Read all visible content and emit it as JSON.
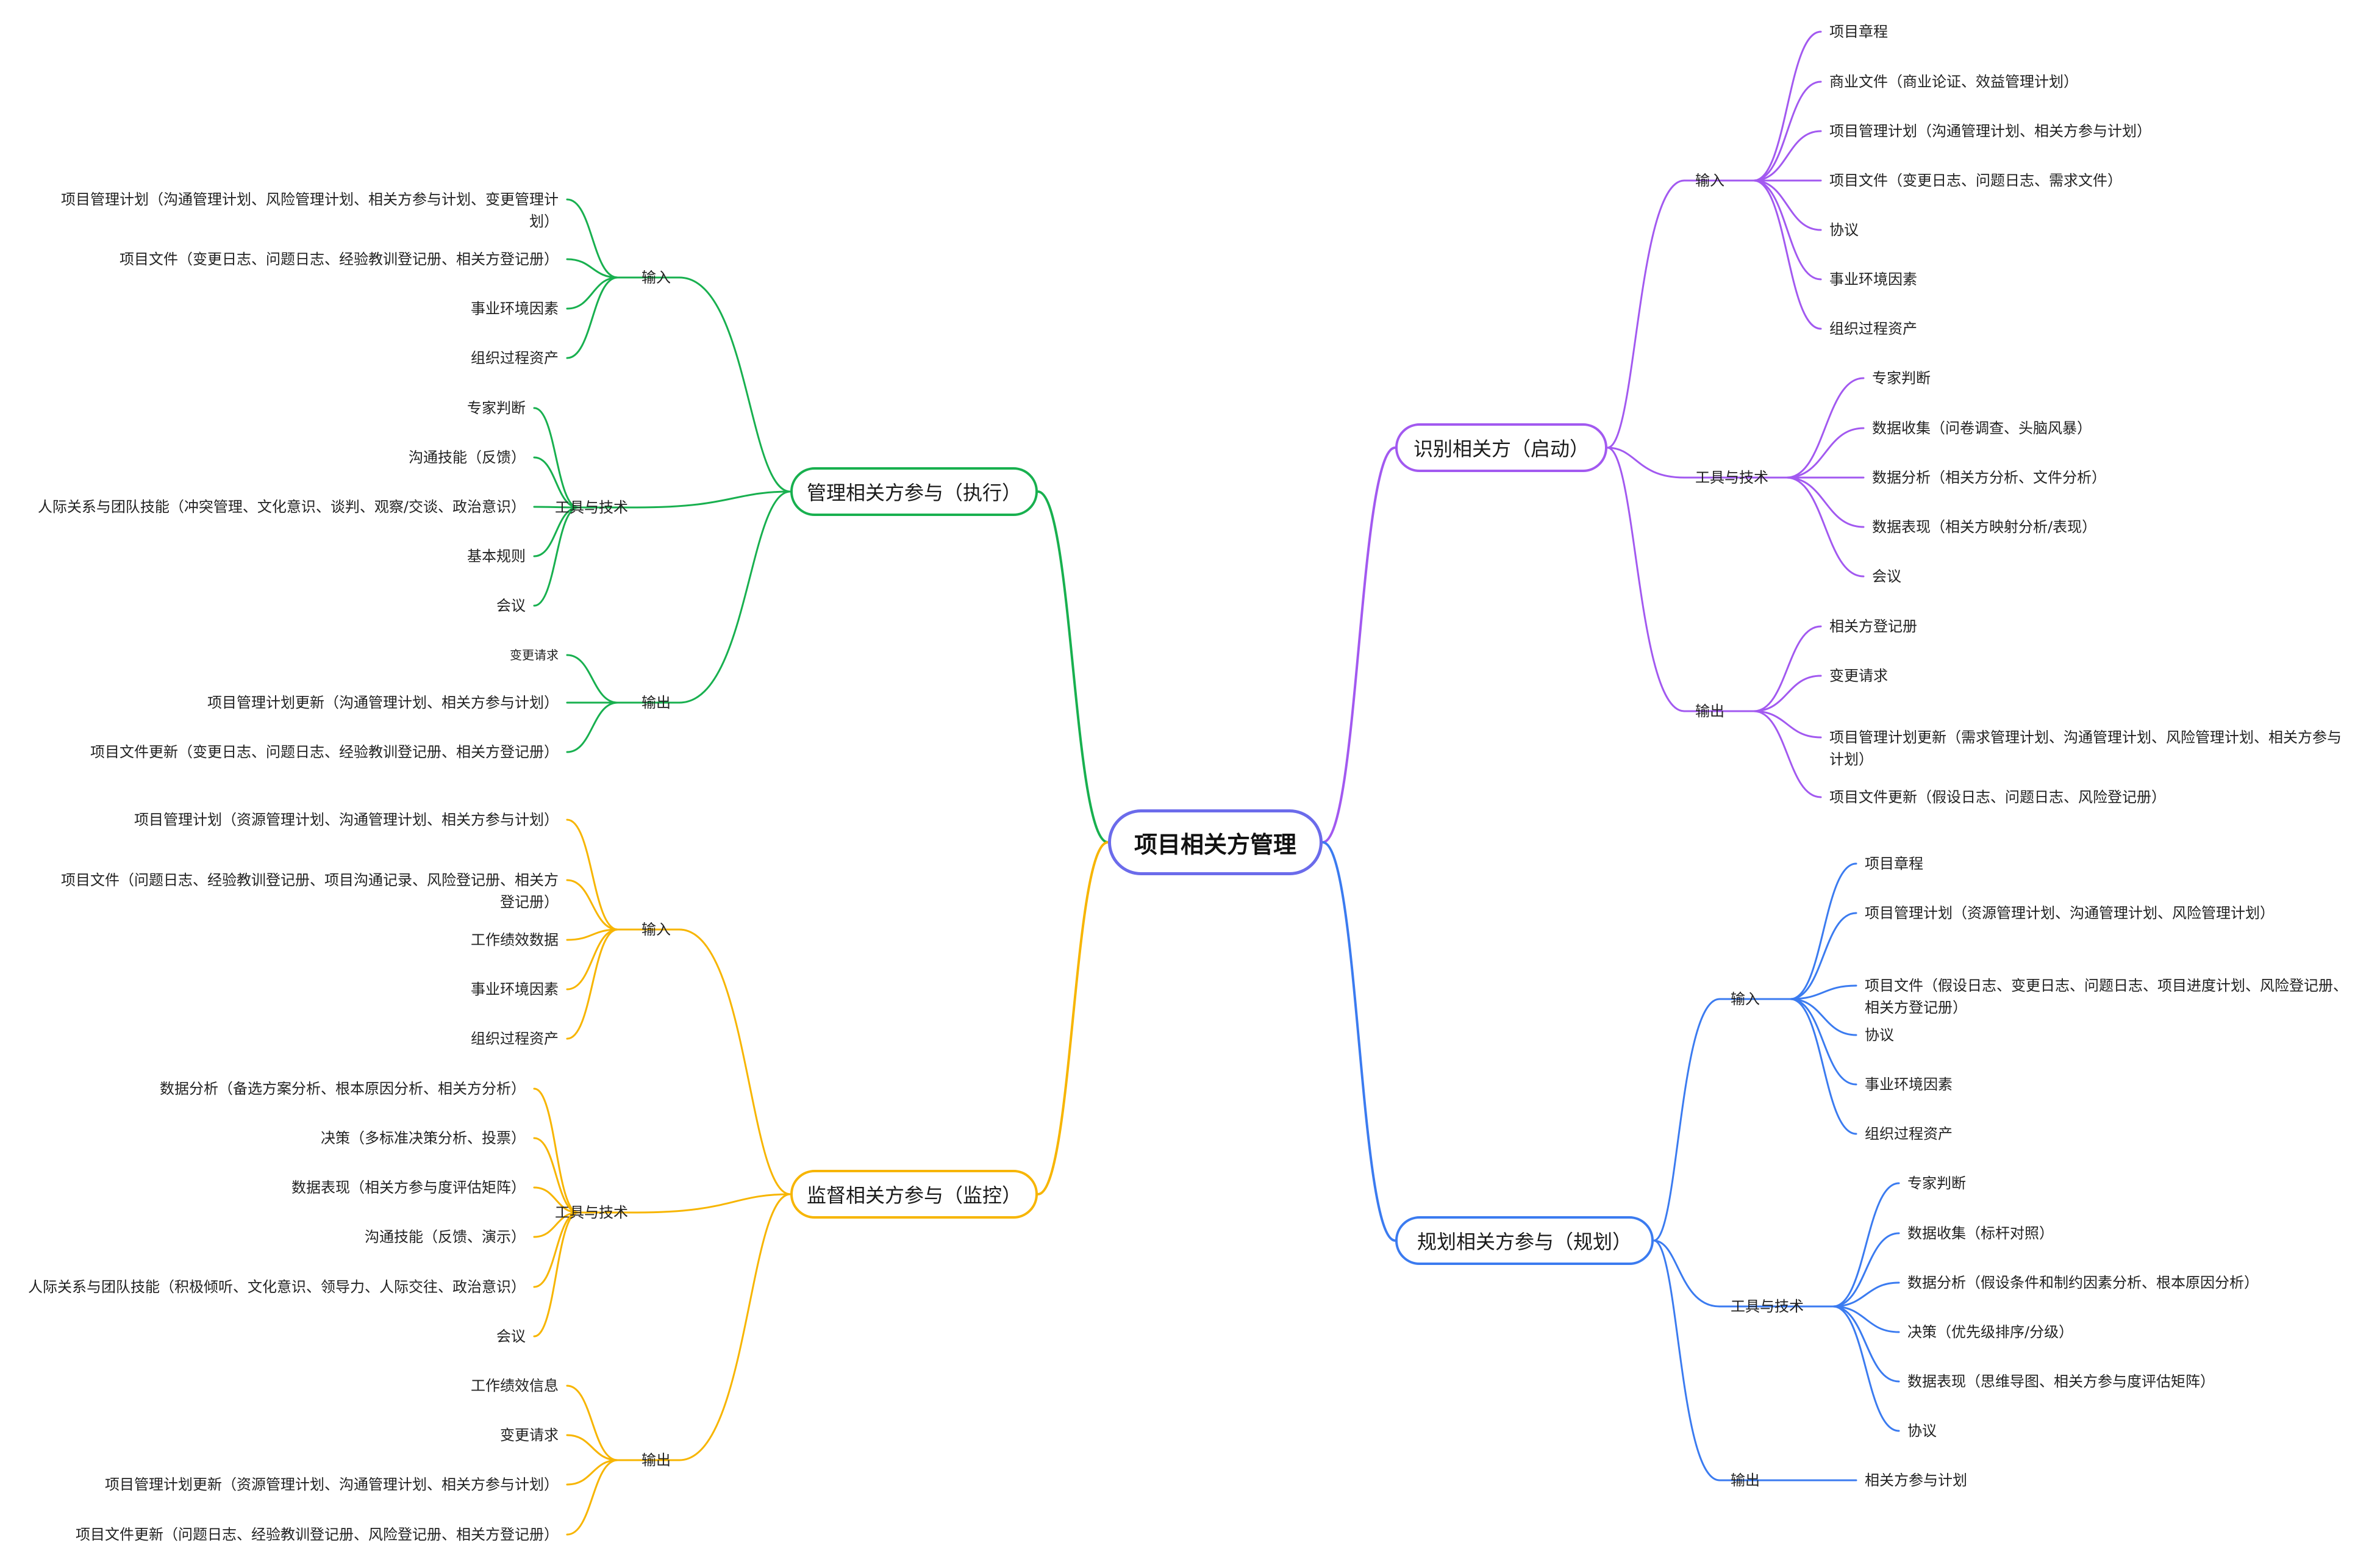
{
  "root": {
    "label": "项目相关方管理"
  },
  "colors": {
    "root_border": "#6B6BEB",
    "identify": "#A259F0",
    "plan": "#3B7BF0",
    "manage": "#18B04F",
    "monitor": "#F7B500"
  },
  "branches": [
    {
      "key": "identify",
      "title": "识别相关方（启动）",
      "side": "right",
      "groups": [
        {
          "label": "输入",
          "items": [
            "项目章程",
            "商业文件（商业论证、效益管理计划）",
            "项目管理计划（沟通管理计划、相关方参与计划）",
            "项目文件（变更日志、问题日志、需求文件）",
            "协议",
            "事业环境因素",
            "组织过程资产"
          ]
        },
        {
          "label": "工具与技术",
          "items": [
            "专家判断",
            "数据收集（问卷调查、头脑风暴）",
            "数据分析（相关方分析、文件分析）",
            "数据表现（相关方映射分析/表现）",
            "会议"
          ]
        },
        {
          "label": "输出",
          "items": [
            "相关方登记册",
            "变更请求",
            "项目管理计划更新（需求管理计划、沟通管理计划、风险管理计划、相关方参与计划）",
            "项目文件更新（假设日志、问题日志、风险登记册）"
          ]
        }
      ]
    },
    {
      "key": "plan",
      "title": "规划相关方参与（规划）",
      "side": "right",
      "groups": [
        {
          "label": "输入",
          "items": [
            "项目章程",
            "项目管理计划（资源管理计划、沟通管理计划、风险管理计划）",
            "项目文件（假设日志、变更日志、问题日志、项目进度计划、风险登记册、相关方登记册）",
            "协议",
            "事业环境因素",
            "组织过程资产"
          ]
        },
        {
          "label": "工具与技术",
          "items": [
            "专家判断",
            "数据收集（标杆对照）",
            "数据分析（假设条件和制约因素分析、根本原因分析）",
            "决策（优先级排序/分级）",
            "数据表现（思维导图、相关方参与度评估矩阵）",
            "协议"
          ]
        },
        {
          "label": "输出",
          "items": [
            "相关方参与计划"
          ]
        }
      ]
    },
    {
      "key": "manage",
      "title": "管理相关方参与（执行）",
      "side": "left",
      "groups": [
        {
          "label": "输入",
          "items": [
            "项目管理计划（沟通管理计划、风险管理计划、相关方参与计划、变更管理计划）",
            "项目文件（变更日志、问题日志、经验教训登记册、相关方登记册）",
            "事业环境因素",
            "组织过程资产"
          ]
        },
        {
          "label": "工具与技术",
          "items": [
            "专家判断",
            "沟通技能（反馈）",
            "人际关系与团队技能（冲突管理、文化意识、谈判、观察/交谈、政治意识）",
            "基本规则",
            "会议"
          ]
        },
        {
          "label": "输出",
          "items": [
            "变更请求",
            "项目管理计划更新（沟通管理计划、相关方参与计划）",
            "项目文件更新（变更日志、问题日志、经验教训登记册、相关方登记册）"
          ]
        }
      ]
    },
    {
      "key": "monitor",
      "title": "监督相关方参与（监控）",
      "side": "left",
      "groups": [
        {
          "label": "输入",
          "items": [
            "项目管理计划（资源管理计划、沟通管理计划、相关方参与计划）",
            "项目文件（问题日志、经验教训登记册、项目沟通记录、风险登记册、相关方登记册）",
            "工作绩效数据",
            "事业环境因素",
            "组织过程资产"
          ]
        },
        {
          "label": "工具与技术",
          "items": [
            "数据分析（备选方案分析、根本原因分析、相关方分析）",
            "决策（多标准决策分析、投票）",
            "数据表现（相关方参与度评估矩阵）",
            "沟通技能（反馈、演示）",
            "人际关系与团队技能（积极倾听、文化意识、领导力、人际交往、政治意识）",
            "会议"
          ]
        },
        {
          "label": "输出",
          "items": [
            "工作绩效信息",
            "变更请求",
            "项目管理计划更新（资源管理计划、沟通管理计划、相关方参与计划）",
            "项目文件更新（问题日志、经验教训登记册、风险登记册、相关方登记册）"
          ]
        }
      ]
    }
  ]
}
